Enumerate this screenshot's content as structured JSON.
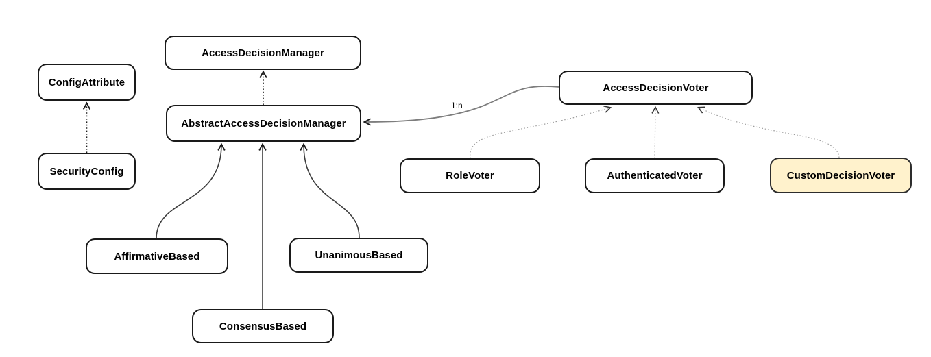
{
  "diagram": {
    "kind": "uml-class-diagram",
    "colors": {
      "node_fill": "#FFFFFF",
      "node_border": "#1A1A1A",
      "highlight_fill": "#FFF2CC",
      "background": "#FFFFFF"
    },
    "nodes": [
      {
        "id": "config-attribute",
        "label": "ConfigAttribute",
        "highlighted": false
      },
      {
        "id": "security-config",
        "label": "SecurityConfig",
        "highlighted": false
      },
      {
        "id": "access-decision-manager",
        "label": "AccessDecisionManager",
        "highlighted": false
      },
      {
        "id": "abstract-access-decision-manager",
        "label": "AbstractAccessDecisionManager",
        "highlighted": false
      },
      {
        "id": "access-decision-voter",
        "label": "AccessDecisionVoter",
        "highlighted": false
      },
      {
        "id": "role-voter",
        "label": "RoleVoter",
        "highlighted": false
      },
      {
        "id": "authenticated-voter",
        "label": "AuthenticatedVoter",
        "highlighted": false
      },
      {
        "id": "custom-decision-voter",
        "label": "CustomDecisionVoter",
        "highlighted": true
      },
      {
        "id": "affirmative-based",
        "label": "AffirmativeBased",
        "highlighted": false
      },
      {
        "id": "unanimous-based",
        "label": "UnanimousBased",
        "highlighted": false
      },
      {
        "id": "consensus-based",
        "label": "ConsensusBased",
        "highlighted": false
      }
    ],
    "edges": [
      {
        "from": "SecurityConfig",
        "to": "ConfigAttribute",
        "style": "dotted",
        "label": ""
      },
      {
        "from": "AbstractAccessDecisionManager",
        "to": "AccessDecisionManager",
        "style": "dotted",
        "label": ""
      },
      {
        "from": "AffirmativeBased",
        "to": "AbstractAccessDecisionManager",
        "style": "solid",
        "label": ""
      },
      {
        "from": "ConsensusBased",
        "to": "AbstractAccessDecisionManager",
        "style": "solid",
        "label": ""
      },
      {
        "from": "UnanimousBased",
        "to": "AbstractAccessDecisionManager",
        "style": "solid",
        "label": ""
      },
      {
        "from": "AccessDecisionVoter",
        "to": "AbstractAccessDecisionManager",
        "style": "solid",
        "label": "1:n"
      },
      {
        "from": "RoleVoter",
        "to": "AccessDecisionVoter",
        "style": "dotted",
        "label": ""
      },
      {
        "from": "AuthenticatedVoter",
        "to": "AccessDecisionVoter",
        "style": "dotted",
        "label": ""
      },
      {
        "from": "CustomDecisionVoter",
        "to": "AccessDecisionVoter",
        "style": "dotted",
        "label": ""
      }
    ]
  }
}
